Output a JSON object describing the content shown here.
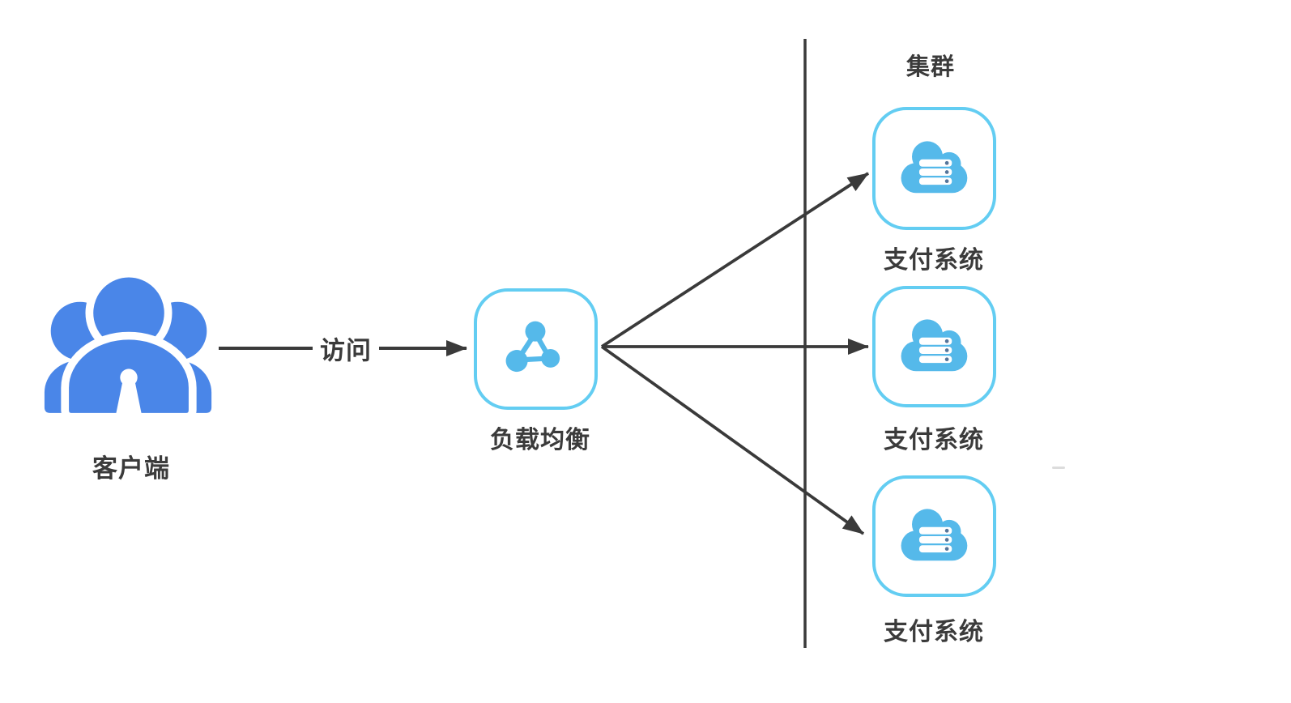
{
  "diagram": {
    "client": {
      "label": "客户端",
      "icon": "users-group-icon"
    },
    "access": {
      "label": "访问"
    },
    "load_balancer": {
      "label": "负载均衡",
      "icon": "network-nodes-icon"
    },
    "cluster": {
      "label": "集群",
      "servers": [
        {
          "label": "支付系统",
          "icon": "cloud-server-icon"
        },
        {
          "label": "支付系统",
          "icon": "cloud-server-icon"
        },
        {
          "label": "支付系统",
          "icon": "cloud-server-icon"
        }
      ]
    },
    "colors": {
      "client_blue": "#4a86e8",
      "icon_blue": "#55b9ea",
      "icon_border": "#63cdf2",
      "line_dark": "#3a3a3a",
      "label_dark": "#3b3b3b",
      "background": "#ffffff"
    }
  }
}
